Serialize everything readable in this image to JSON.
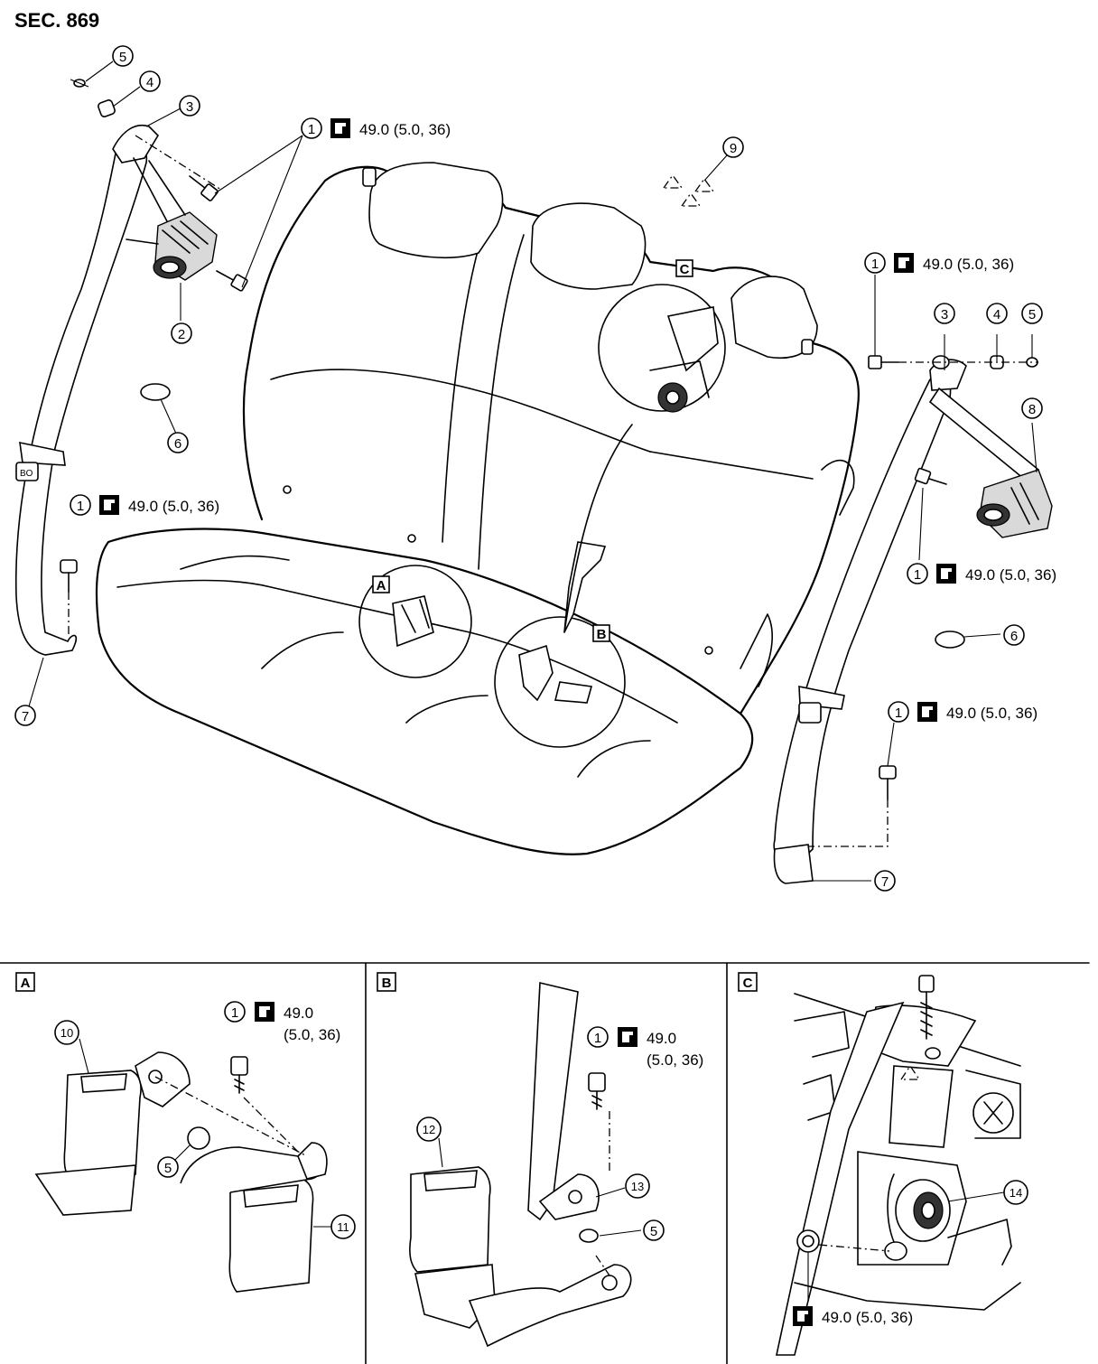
{
  "section_title": "SEC. 869",
  "torque_spec": "49.0 (5.0, 36)",
  "torque_spec_line1": "49.0",
  "torque_spec_line2": "(5.0, 36)",
  "detail_labels": {
    "a": "A",
    "b": "B",
    "c": "C"
  },
  "callouts": {
    "n1": "1",
    "n2": "2",
    "n3": "3",
    "n4": "4",
    "n5": "5",
    "n6": "6",
    "n7": "7",
    "n8": "8",
    "n9": "9",
    "n10": "10",
    "n11": "11",
    "n12": "12",
    "n13": "13",
    "n14": "14"
  },
  "belt_marking": "BO",
  "icons": {
    "torque": "torque-wrench-icon",
    "callout": "circled-number-icon",
    "warning": "triangle-marker-icon"
  }
}
